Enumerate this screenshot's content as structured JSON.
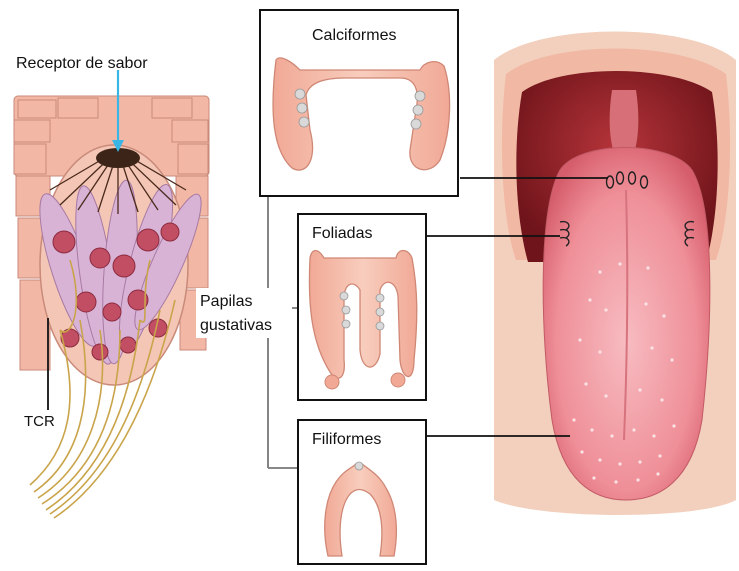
{
  "labels": {
    "taste_receptor": "Receptor de sabor",
    "tcr": "TCR",
    "papillae_line1": "Papilas",
    "papillae_line2": "gustativas",
    "calciform": "Calciformes",
    "foliate": "Foliadas",
    "filiform": "Filiformes"
  },
  "colors": {
    "tissue_pink": "#f3b8a5",
    "tissue_outline": "#d9907c",
    "cell_lavender": "#d9b3d6",
    "nucleus_red": "#b8485a",
    "nerve_gold": "#c9a44a",
    "arrow_blue": "#3ab6e6",
    "mouth_dark": "#8a1f25",
    "tongue_pink": "#ef8f98",
    "box_border": "#111111"
  }
}
